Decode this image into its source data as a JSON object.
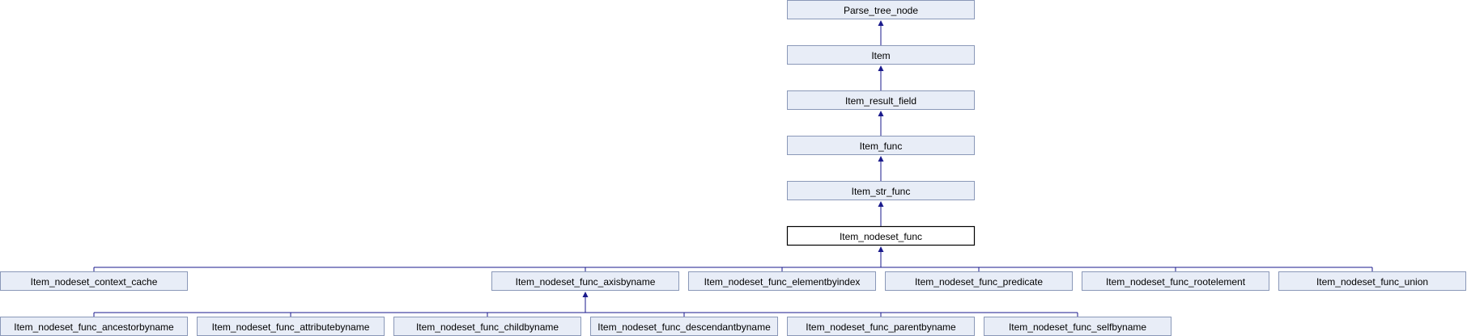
{
  "diagram": {
    "type": "class-inheritance-graph",
    "current_node": "item_nodeset_func",
    "nodes": [
      {
        "id": "parse_tree_node",
        "label": "Parse_tree_node"
      },
      {
        "id": "item",
        "label": "Item"
      },
      {
        "id": "item_result_field",
        "label": "Item_result_field"
      },
      {
        "id": "item_func",
        "label": "Item_func"
      },
      {
        "id": "item_str_func",
        "label": "Item_str_func"
      },
      {
        "id": "item_nodeset_func",
        "label": "Item_nodeset_func"
      },
      {
        "id": "item_nodeset_context_cache",
        "label": "Item_nodeset_context_cache"
      },
      {
        "id": "item_nodeset_func_axisbyname",
        "label": "Item_nodeset_func_axisbyname"
      },
      {
        "id": "item_nodeset_func_elementbyindex",
        "label": "Item_nodeset_func_elementbyindex"
      },
      {
        "id": "item_nodeset_func_predicate",
        "label": "Item_nodeset_func_predicate"
      },
      {
        "id": "item_nodeset_func_rootelement",
        "label": "Item_nodeset_func_rootelement"
      },
      {
        "id": "item_nodeset_func_union",
        "label": "Item_nodeset_func_union"
      },
      {
        "id": "item_nodeset_func_ancestorbyname",
        "label": "Item_nodeset_func_ancestorbyname"
      },
      {
        "id": "item_nodeset_func_attributebyname",
        "label": "Item_nodeset_func_attributebyname"
      },
      {
        "id": "item_nodeset_func_childbyname",
        "label": "Item_nodeset_func_childbyname"
      },
      {
        "id": "item_nodeset_func_descendantbyname",
        "label": "Item_nodeset_func_descendantbyname"
      },
      {
        "id": "item_nodeset_func_parentbyname",
        "label": "Item_nodeset_func_parentbyname"
      },
      {
        "id": "item_nodeset_func_selfbyname",
        "label": "Item_nodeset_func_selfbyname"
      }
    ],
    "edges": [
      {
        "from": "item",
        "to": "parse_tree_node"
      },
      {
        "from": "item_result_field",
        "to": "item"
      },
      {
        "from": "item_func",
        "to": "item_result_field"
      },
      {
        "from": "item_str_func",
        "to": "item_func"
      },
      {
        "from": "item_nodeset_func",
        "to": "item_str_func"
      },
      {
        "from": "item_nodeset_context_cache",
        "to": "item_nodeset_func"
      },
      {
        "from": "item_nodeset_func_axisbyname",
        "to": "item_nodeset_func"
      },
      {
        "from": "item_nodeset_func_elementbyindex",
        "to": "item_nodeset_func"
      },
      {
        "from": "item_nodeset_func_predicate",
        "to": "item_nodeset_func"
      },
      {
        "from": "item_nodeset_func_rootelement",
        "to": "item_nodeset_func"
      },
      {
        "from": "item_nodeset_func_union",
        "to": "item_nodeset_func"
      },
      {
        "from": "item_nodeset_func_ancestorbyname",
        "to": "item_nodeset_func_axisbyname"
      },
      {
        "from": "item_nodeset_func_attributebyname",
        "to": "item_nodeset_func_axisbyname"
      },
      {
        "from": "item_nodeset_func_childbyname",
        "to": "item_nodeset_func_axisbyname"
      },
      {
        "from": "item_nodeset_func_descendantbyname",
        "to": "item_nodeset_func_axisbyname"
      },
      {
        "from": "item_nodeset_func_parentbyname",
        "to": "item_nodeset_func_axisbyname"
      },
      {
        "from": "item_nodeset_func_selfbyname",
        "to": "item_nodeset_func_axisbyname"
      }
    ]
  }
}
